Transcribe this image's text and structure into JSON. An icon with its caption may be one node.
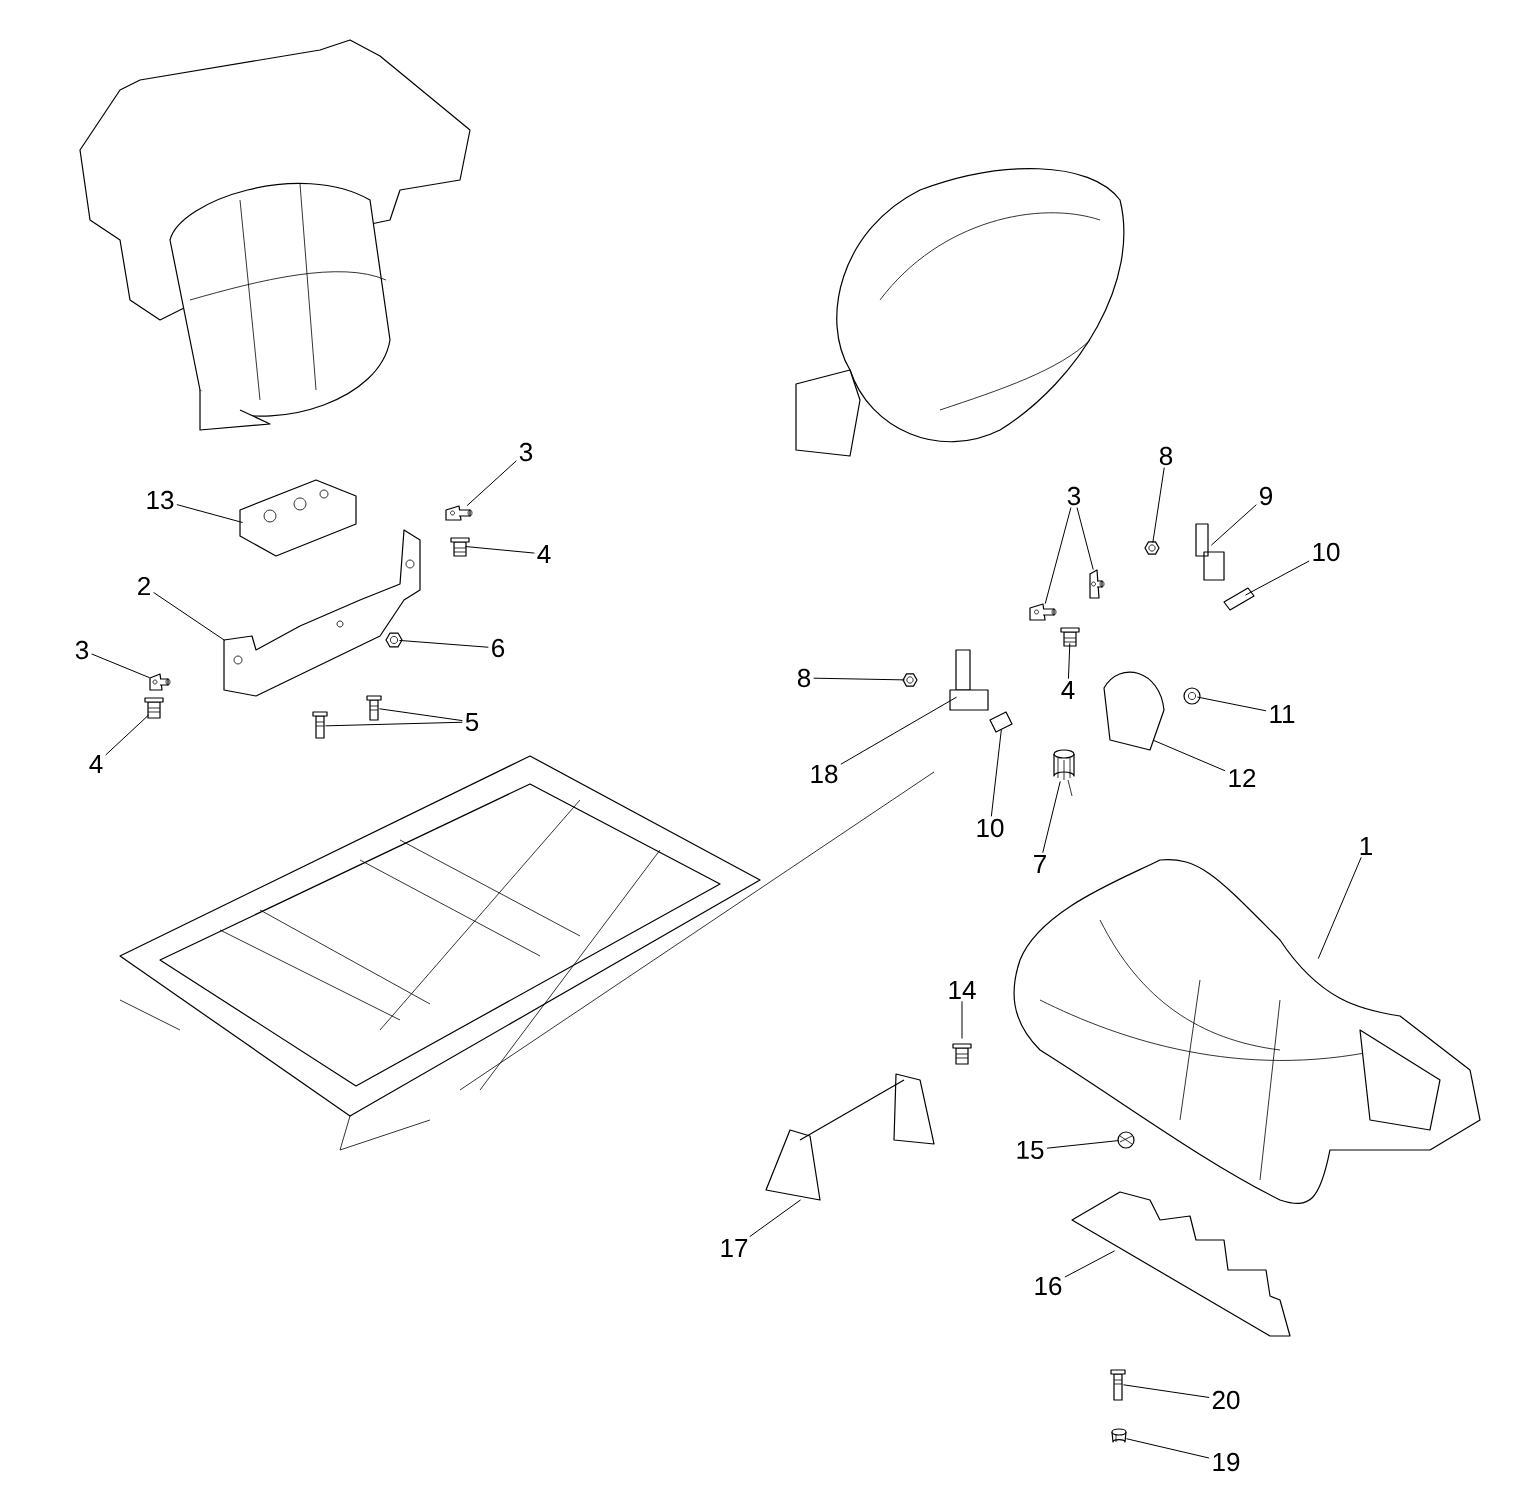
{
  "diagram": {
    "nodes": [
      {
        "text": [
          "3"
        ]
      },
      {
        "text": [
          "8"
        ]
      },
      {
        "text": [
          "3"
        ]
      },
      {
        "text": [
          "9"
        ]
      },
      {
        "text": [
          "13"
        ]
      },
      {
        "text": [
          "10"
        ]
      },
      {
        "text": [
          "4"
        ]
      },
      {
        "text": [
          "2"
        ]
      },
      {
        "text": [
          "6"
        ]
      },
      {
        "text": [
          "3"
        ]
      },
      {
        "text": [
          "8"
        ]
      },
      {
        "text": [
          "4"
        ]
      },
      {
        "text": [
          "11"
        ]
      },
      {
        "text": [
          "5"
        ]
      },
      {
        "text": [
          "4"
        ]
      },
      {
        "text": [
          "18"
        ]
      },
      {
        "text": [
          "12"
        ]
      },
      {
        "text": [
          "10"
        ]
      },
      {
        "text": [
          "1"
        ]
      },
      {
        "text": [
          "7"
        ]
      },
      {
        "text": [
          "14"
        ]
      },
      {
        "text": [
          "15"
        ]
      },
      {
        "text": [
          "17"
        ]
      },
      {
        "text": [
          "16"
        ]
      },
      {
        "text": [
          "20"
        ]
      },
      {
        "text": [
          "19"
        ]
      },
      {
        "text": [],
        "shape": "picture"
      },
      {
        "text": [],
        "shape": "picture"
      },
      {
        "text": [],
        "shape": "picture"
      },
      {
        "text": [],
        "shape": "picture"
      },
      {
        "text": [],
        "shape": "picture"
      },
      {
        "text": [],
        "shape": "picture"
      },
      {
        "text": [],
        "shape": "picture"
      },
      {
        "text": [],
        "shape": "picture"
      },
      {
        "text": [],
        "shape": "picture"
      },
      {
        "text": [],
        "shape": "picture"
      },
      {
        "text": [],
        "shape": "picture"
      },
      {
        "text": [],
        "shape": "picture"
      },
      {
        "text": [],
        "shape": "picture"
      },
      {
        "text": [],
        "shape": "picture"
      },
      {
        "text": [],
        "shape": "picture"
      },
      {
        "text": [],
        "shape": "picture"
      },
      {
        "text": [],
        "shape": "picture"
      },
      {
        "text": [],
        "shape": "picture"
      },
      {
        "text": [],
        "shape": "picture"
      },
      {
        "text": [],
        "shape": "picture"
      },
      {
        "text": [],
        "shape": "picture"
      },
      {
        "text": [],
        "shape": "picture"
      },
      {
        "text": [],
        "shape": "picture"
      },
      {
        "text": [],
        "shape": "picture"
      },
      {
        "text": [],
        "shape": "picture"
      },
      {
        "text": [],
        "shape": "picture"
      },
      {
        "text": [],
        "shape": "picture"
      },
      {
        "text": [],
        "shape": "picture"
      }
    ],
    "edges": [
      {
        "from": 0,
        "to": 26,
        "arrow": "none"
      },
      {
        "from": 1,
        "to": 27,
        "arrow": "none"
      },
      {
        "from": 2,
        "to": 28,
        "arrow": "none"
      },
      {
        "from": 2,
        "to": 29,
        "arrow": "none"
      },
      {
        "from": 3,
        "to": 30,
        "arrow": "none"
      },
      {
        "from": 4,
        "to": 31,
        "arrow": "none"
      },
      {
        "from": 5,
        "to": 32,
        "arrow": "none"
      },
      {
        "from": 6,
        "to": 33,
        "arrow": "none"
      },
      {
        "from": 7,
        "to": 34,
        "arrow": "none"
      },
      {
        "from": 8,
        "to": 35,
        "arrow": "none"
      },
      {
        "from": 9,
        "to": 36,
        "arrow": "none"
      },
      {
        "from": 10,
        "to": 37,
        "arrow": "none"
      },
      {
        "from": 11,
        "to": 38,
        "arrow": "none"
      },
      {
        "from": 12,
        "to": 39,
        "arrow": "none"
      },
      {
        "from": 13,
        "to": 40,
        "arrow": "none"
      },
      {
        "from": 13,
        "to": 41,
        "arrow": "none"
      },
      {
        "from": 14,
        "to": 42,
        "arrow": "none"
      },
      {
        "from": 15,
        "to": 43,
        "arrow": "none"
      },
      {
        "from": 16,
        "to": 44,
        "arrow": "none"
      },
      {
        "from": 17,
        "to": 45,
        "arrow": "none"
      },
      {
        "from": 18,
        "to": 46,
        "arrow": "none"
      },
      {
        "from": 19,
        "to": 47,
        "arrow": "none"
      },
      {
        "from": 20,
        "to": 48,
        "arrow": "none"
      },
      {
        "from": 21,
        "to": 49,
        "arrow": "none"
      },
      {
        "from": 22,
        "to": 50,
        "arrow": "none"
      },
      {
        "from": 23,
        "to": 51,
        "arrow": "none"
      },
      {
        "from": 24,
        "to": 52,
        "arrow": "none"
      },
      {
        "from": 25,
        "to": 53,
        "arrow": "none"
      }
    ]
  }
}
